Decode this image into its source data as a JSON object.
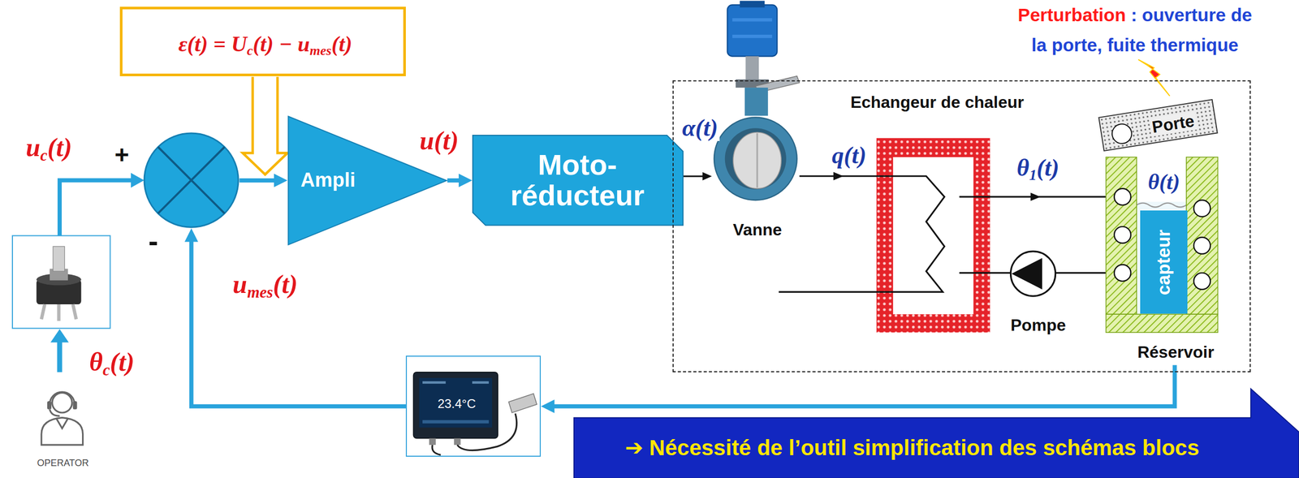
{
  "diagram": {
    "nodes": [
      {
        "text": [
          "ε(t) = Uc(t) − umes(t)"
        ]
      },
      {
        "text": [
          "+",
          "-"
        ]
      },
      {
        "text": [
          "Ampli"
        ]
      },
      {
        "text": [
          "Moto- réducteur"
        ]
      },
      {
        "text": [
          "Echangeur de chaleur"
        ]
      },
      {
        "text": [
          "Vanne"
        ],
        "in": 4
      },
      {
        "text": [
          "Pompe"
        ],
        "in": 4
      },
      {
        "text": [
          "Réservoir"
        ],
        "in": 4
      },
      {
        "text": [
          "capteur"
        ],
        "in": 7
      },
      {
        "text": [
          "Porte"
        ],
        "in": 4
      },
      {
        "text": [
          "23.4°C"
        ]
      },
      {
        "text": [
          "OPERATOR"
        ]
      },
      {
        "text": [
          "➔ Nécessité de l’outil simplification des schémas blocs"
        ]
      }
    ],
    "edges": [
      {
        "from": 1,
        "to": 2,
        "arrow": "to"
      },
      {
        "from": 2,
        "to": 3,
        "arrow": "to"
      },
      {
        "from": 3,
        "to": 5,
        "arrow": "to"
      },
      {
        "from": 7,
        "to": 10,
        "arrow": "to"
      },
      {
        "from": 10,
        "to": 1,
        "arrow": "to"
      }
    ],
    "labels": [
      "uc(t)",
      "u(t)",
      "α(t)",
      "q(t)",
      "θ1(t)",
      "θ(t)",
      "umes(t)",
      "θc(t)",
      "Perturbation",
      ": ouverture de la porte, fuite thermique"
    ]
  }
}
